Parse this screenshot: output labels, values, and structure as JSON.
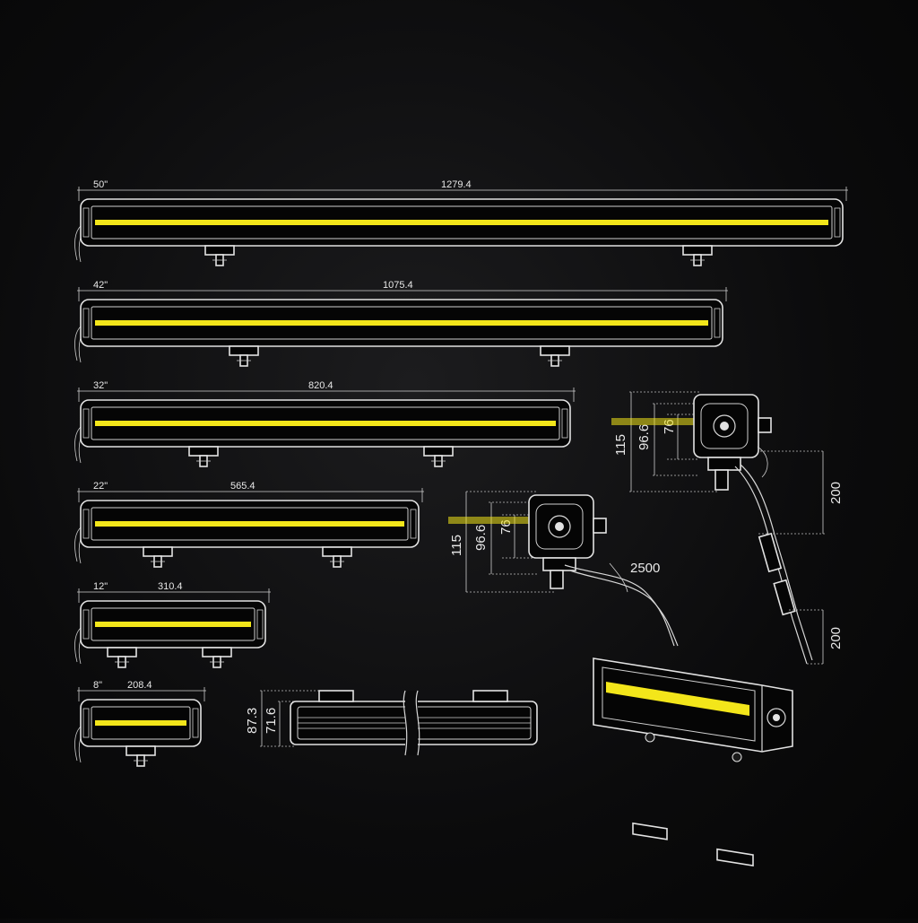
{
  "colors": {
    "background": "#0b0b0c",
    "line": "#e0e0e0",
    "led": "#f3e61a"
  },
  "bars": [
    {
      "size": "50\"",
      "length": "1279.4"
    },
    {
      "size": "42\"",
      "length": "1075.4"
    },
    {
      "size": "32\"",
      "length": "820.4"
    },
    {
      "size": "22\"",
      "length": "565.4"
    },
    {
      "size": "12\"",
      "length": "310.4"
    },
    {
      "size": "8\"",
      "length": "208.4"
    }
  ],
  "side_view": {
    "height_overall": "87.3",
    "height_body": "71.6"
  },
  "end_view_a": {
    "h1": "115",
    "h2": "96.6",
    "h3": "76",
    "cable_length": "2500"
  },
  "end_view_b": {
    "h1": "115",
    "h2": "96.6",
    "h3": "76",
    "cable_drop": "200",
    "connector_length": "200"
  }
}
